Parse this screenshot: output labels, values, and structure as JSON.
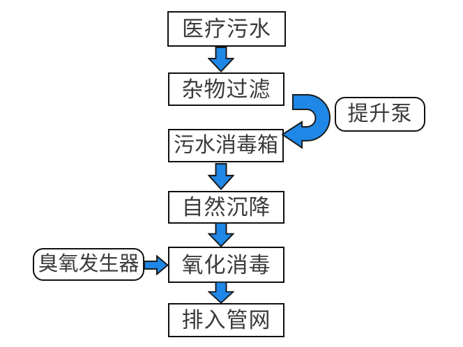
{
  "diagram": {
    "type": "flowchart",
    "colors": {
      "background": "#ffffff",
      "box_fill": "#ffffff",
      "box_border": "#0f0f0f",
      "text": "#3a3a3a",
      "arrow_fill": "#1f87e6",
      "arrow_outline": "#1a1a1a"
    },
    "nodes": {
      "medical_sewage": "医疗污水",
      "debris_filtering": "杂物过滤",
      "sewage_disinfection_tank": "污水消毒箱",
      "natural_sedimentation": "自然沉降",
      "oxidation_disinfection": "氧化消毒",
      "discharge_to_pipe_network": "排入管网",
      "lift_pump": "提升泵",
      "ozone_generator": "臭氧发生器"
    },
    "flow_order": [
      "医疗污水",
      "杂物过滤",
      "污水消毒箱",
      "自然沉降",
      "氧化消毒",
      "排入管网"
    ],
    "side_connections": [
      {
        "node": "提升泵",
        "between": [
          "杂物过滤",
          "污水消毒箱"
        ],
        "side": "right",
        "connector": "u-turn-arrow"
      },
      {
        "node": "臭氧发生器",
        "into": "氧化消毒",
        "side": "left",
        "connector": "right-arrow"
      }
    ]
  }
}
